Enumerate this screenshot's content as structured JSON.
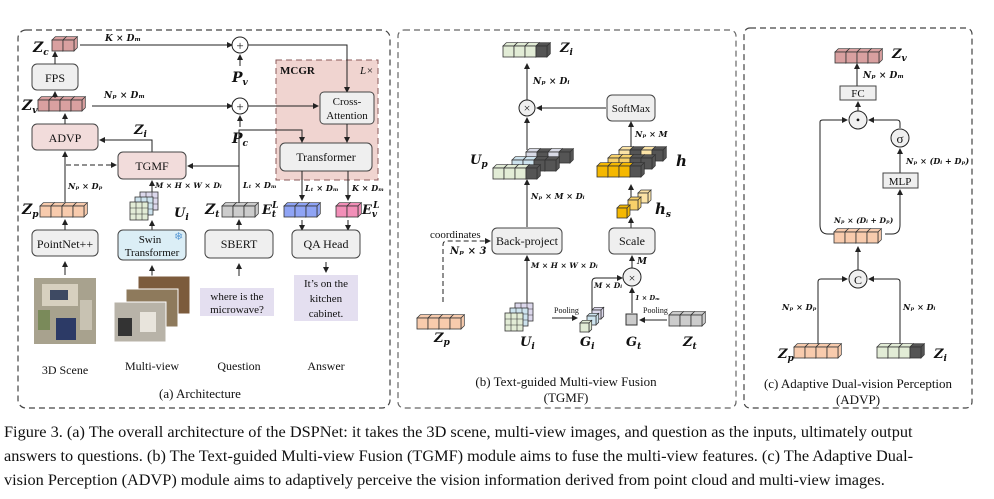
{
  "figure": {
    "panels": {
      "a": {
        "caption": "(a) Architecture",
        "blocks": {
          "fps": "FPS",
          "advp": "ADVP",
          "tgmf": "TGMF",
          "pointnet": "PointNet++",
          "swin_line1": "Swin",
          "swin_line2": "Transformer",
          "sbert": "SBERT",
          "qa_head": "QA Head",
          "cross_attn_line1": "Cross-",
          "cross_attn_line2": "Attention",
          "transformer": "Transformer",
          "mcgr": "MCGR",
          "mcgr_repeat": "L×"
        },
        "symbols": {
          "zc": "Z",
          "zc_sub": "c",
          "zv": "Z",
          "zv_sub": "v",
          "zp": "Z",
          "zp_sub": "p",
          "zi": "Z",
          "zi_sub": "i",
          "zt": "Z",
          "zt_sub": "t",
          "ui": "U",
          "ui_sub": "i",
          "pv": "P",
          "pv_sub": "v",
          "pc": "P",
          "pc_sub": "c",
          "etl": "E",
          "etl_sub": "t",
          "etl_sup": "L",
          "evl": "E",
          "evl_sub": "v",
          "evl_sup": "L"
        },
        "dims": {
          "k_dm": "K × Dₘ",
          "np_dm": "Nₚ × Dₘ",
          "np_dp": "Nₚ × Dₚ",
          "mhwdi": "M × H × W × Dᵢ",
          "lt_dm_left": "Lₜ × Dₘ",
          "lt_dm_right": "Lₜ × Dₘ",
          "k_dm_right": "K × Dₘ"
        },
        "question_text_line1": "where is the",
        "question_text_line2": "microwave?",
        "answer_text_line1": "It’s on the",
        "answer_text_line2": "kitchen",
        "answer_text_line3": "cabinet.",
        "input_labels": {
          "scene": "3D Scene",
          "multiview": "Multi-view",
          "question": "Question",
          "answer": "Answer"
        },
        "swin_icon": "snowflake-icon"
      },
      "b": {
        "caption_line1": "(b) Text-guided Multi-view Fusion",
        "caption_line2": "(TGMF)",
        "blocks": {
          "softmax": "SoftMax",
          "back_project": "Back-project",
          "scale": "Scale"
        },
        "labels": {
          "coordinates": "coordinates",
          "np3": "Nₚ × 3",
          "pooling1": "Pooling",
          "pooling2": "Pooling"
        },
        "symbols": {
          "zi": "Z",
          "zi_sub": "i",
          "up": "U",
          "up_sub": "p",
          "h": "h",
          "hs": "h",
          "hs_sub": "s",
          "zp": "Z",
          "zp_sub": "p",
          "ui": "U",
          "ui_sub": "i",
          "gi": "G",
          "gi_sub": "i",
          "gt": "G",
          "gt_sub": "t",
          "zt": "Z",
          "zt_sub": "t"
        },
        "dims": {
          "np_di": "Nₚ × Dᵢ",
          "np_m": "Nₚ × M",
          "np_m_di": "Nₚ × M × Dᵢ",
          "mhwdi": "M × H × W × Dᵢ",
          "m": "M",
          "m_di": "M × Dᵢ",
          "one_dm": "1 × Dₘ"
        }
      },
      "c": {
        "caption_line1": "(c) Adaptive Dual-vision  Perception",
        "caption_line2": "(ADVP)",
        "blocks": {
          "fc": "FC",
          "mlp": "MLP",
          "sigma": "σ",
          "concat": "C",
          "dot": "•"
        },
        "symbols": {
          "zv": "Z",
          "zv_sub": "v",
          "zp": "Z",
          "zp_sub": "p",
          "zi": "Z",
          "zi_sub": "i"
        },
        "dims": {
          "np_dm": "Nₚ × Dₘ",
          "np_di_dp_top": "Nₚ × (Dᵢ + Dₚ)",
          "np_di_dp_mid": "Nₚ × (Dᵢ + Dₚ)",
          "np_dp": "Nₚ × Dₚ",
          "np_di": "Nₚ × Dᵢ"
        }
      }
    },
    "operators": {
      "plus": "+",
      "times": "×"
    },
    "caption": {
      "line1": "Figure 3. (a) The overall architecture of the DSPNet: it takes the 3D scene, multi-view images, and question as the inputs, ultimately output",
      "line2": "answers to questions. (b) The Text-guided Multi-view Fusion (TGMF) module aims to fuse the multi-view features. (c) The Adaptive Dual-",
      "line3": "vision Perception (ADVP) module aims to adaptively perceive the vision information derived from point cloud and multi-view images."
    },
    "colors": {
      "pink_block": "#f2dcdb",
      "mcgr_bg": "#f0d4d0",
      "gray_block": "#efefef",
      "swin_block": "#dbeef6",
      "text_box": "#e4dff0",
      "peach_cube": "#f8cbad",
      "rose_cube": "#d9a0a0",
      "blue_cube": "#8fa4f5",
      "magenta_cube": "#f28fb8",
      "gray_cube": "#cccccc",
      "green_cube": "#e2ecd6",
      "dark_cube": "#555555",
      "gold_cube": "#f5b800",
      "light_gold": "#fbe3a6"
    }
  }
}
